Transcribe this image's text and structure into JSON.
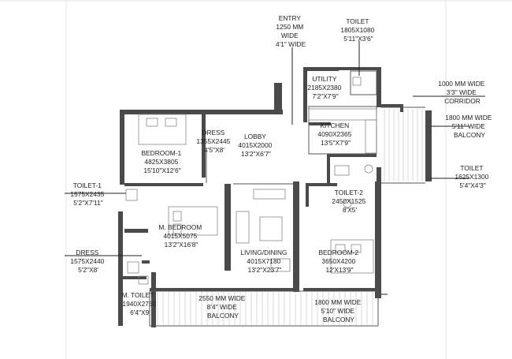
{
  "rooms": {
    "entry": [
      "ENTRY",
      "1250 MM",
      "WIDE",
      "4'1\" WIDE"
    ],
    "toilet_top": [
      "TOILET",
      "1805X1080",
      "5'11\"X3'6\""
    ],
    "utility": [
      "UTILITY",
      "2185X2380",
      "7'2\"X7'9\""
    ],
    "corridor": [
      "1000 MM WIDE",
      "3'3\" WIDE",
      "CORRIDOR"
    ],
    "kitchen": [
      "KITCHEN",
      "4090X2365",
      "13'5\"X7'9\""
    ],
    "balcony_right": [
      "1800 MM WIDE",
      "5'11\" WIDE",
      "BALCONY"
    ],
    "lobby": [
      "LOBBY",
      "4015X2000",
      "13'2\"X6'7\""
    ],
    "dress_top": [
      "DRESS",
      "1355X2445",
      "4'5\"X8'"
    ],
    "bedroom1": [
      "BEDROOM-1",
      "4825X3805",
      "15'10\"X12'6\""
    ],
    "toilet_right": [
      "TOILET",
      "1625X1300",
      "5'4\"X4'3\""
    ],
    "toilet2": [
      "TOILET-2",
      "2450X1525",
      "8'X5'"
    ],
    "toilet1": [
      "TOILET-1",
      "1575X2435",
      "5'2\"X7'11\""
    ],
    "mbedroom": [
      "M. BEDROOM",
      "4015X5075",
      "13'2\"X16'8\""
    ],
    "living": [
      "LIVING/DINING",
      "4015X7180",
      "13'2\"X23'7\""
    ],
    "bedroom2": [
      "BEDROOM-2",
      "3650X4200",
      "12'X13'9\""
    ],
    "dress_left": [
      "DRESS",
      "1575X2440",
      "5'2\"X8'"
    ],
    "mtoilet": [
      "M. TOILET",
      "1940X2750",
      "6'4\"X9'"
    ],
    "balcony_bottom": [
      "2550 MM WIDE",
      "8'4\" WIDE",
      "BALCONY"
    ],
    "balcony_br": [
      "1800 MM WIDE",
      "5'10\" WIDE",
      "BALCONY"
    ]
  }
}
